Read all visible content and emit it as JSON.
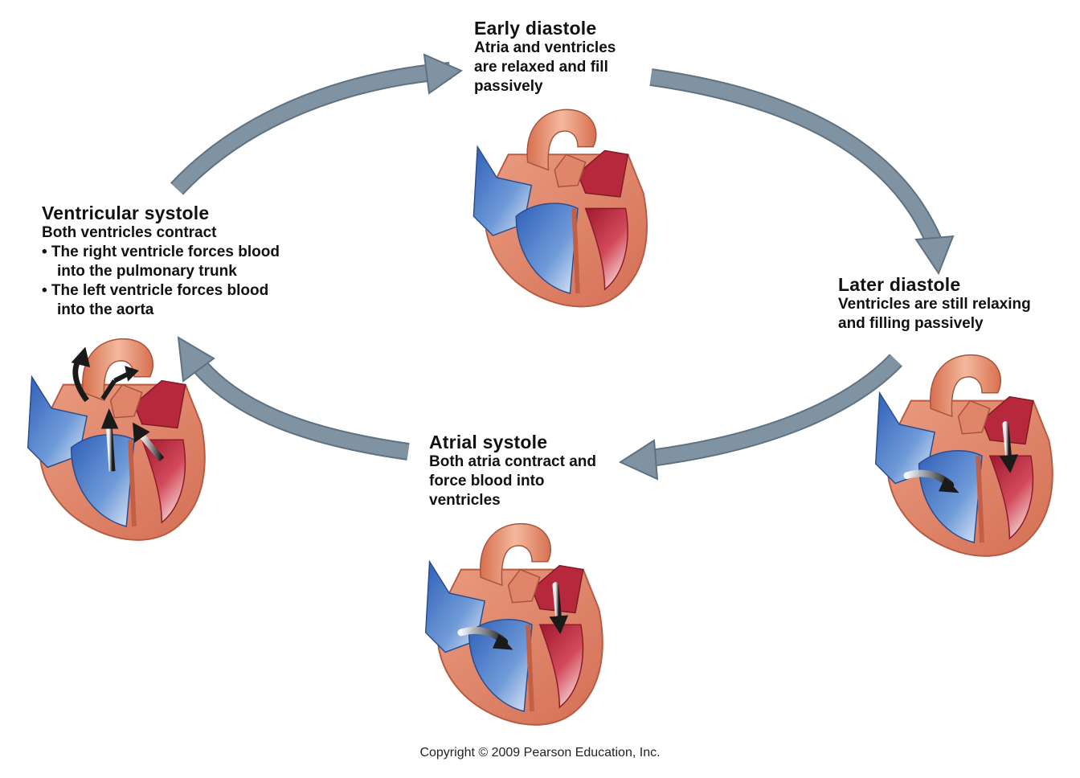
{
  "stages": {
    "early_diastole": {
      "title": "Early diastole",
      "lines": [
        "Atria and ventricles",
        "are relaxed and fill",
        "passively"
      ]
    },
    "later_diastole": {
      "title": "Later diastole",
      "lines": [
        "Ventricles are still relaxing",
        "and filling passively"
      ]
    },
    "atrial_systole": {
      "title": "Atrial systole",
      "lines": [
        "Both atria contract and",
        "force blood into",
        "ventricles"
      ]
    },
    "ventricular_systole": {
      "title": "Ventricular systole",
      "lines": [
        "Both ventricles contract",
        "• The right ventricle forces blood",
        "into the pulmonary trunk",
        "• The left ventricle forces blood",
        "into the aorta"
      ]
    }
  },
  "copyright": "Copyright © 2009 Pearson Education, Inc.",
  "colors": {
    "cycle_arrow": "#7f93a3",
    "cycle_arrow_edge": "#5f7282",
    "heart_muscle": "#e0846a",
    "oxygen_poor_blood": "#3f6fc4",
    "oxygen_rich_blood": "#b8283c",
    "flow_arrow": "#1a1a1a"
  },
  "icons": [
    "cycle-arrow",
    "heart-illustration",
    "blood-flow-arrow"
  ]
}
